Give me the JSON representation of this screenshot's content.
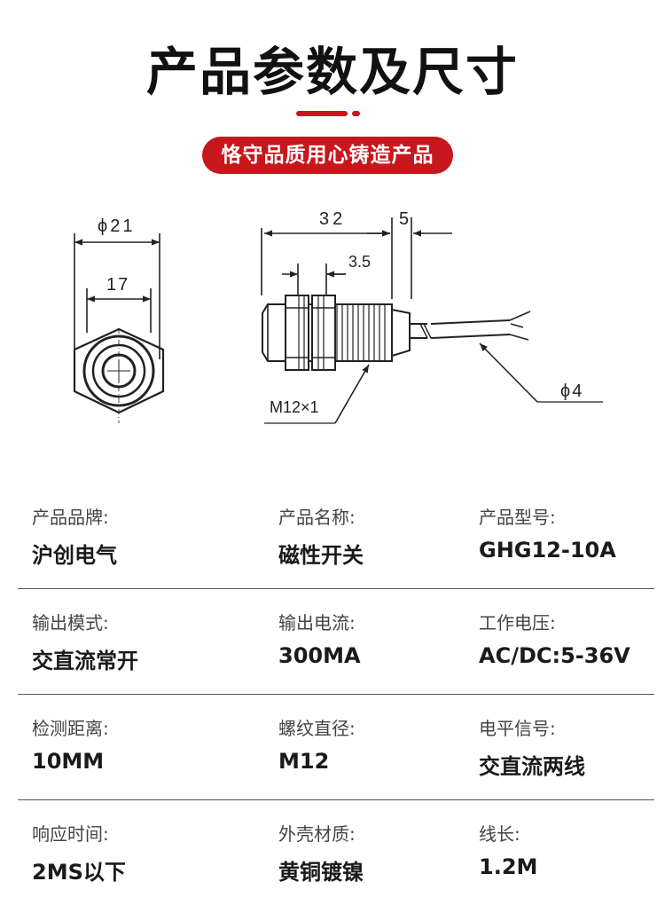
{
  "header": {
    "title": "产品参数及尺寸",
    "slogan": "恪守品质用心铸造产品"
  },
  "drawing": {
    "front_outer_dim": "ϕ21",
    "front_inner_dim": "17",
    "length_dim": "32",
    "tail_dim": "5",
    "nut_dim": "3.5",
    "thread_label": "M12×1",
    "cable_dim": "ϕ4"
  },
  "specs": [
    [
      {
        "label": "产品品牌:",
        "value": "沪创电气"
      },
      {
        "label": "产品名称:",
        "value": "磁性开关"
      },
      {
        "label": "产品型号:",
        "value": "GHG12-10A"
      }
    ],
    [
      {
        "label": "输出模式:",
        "value": "交直流常开"
      },
      {
        "label": "输出电流:",
        "value": "300MA"
      },
      {
        "label": "工作电压:",
        "value": "AC/DC:5-36V"
      }
    ],
    [
      {
        "label": "检测距离:",
        "value": "10MM"
      },
      {
        "label": "螺纹直径:",
        "value": "M12"
      },
      {
        "label": "电平信号:",
        "value": "交直流两线"
      }
    ],
    [
      {
        "label": "响应时间:",
        "value": "2MS以下"
      },
      {
        "label": "外壳材质:",
        "value": "黄铜镀镍"
      },
      {
        "label": "线长:",
        "value": "1.2M"
      }
    ]
  ]
}
